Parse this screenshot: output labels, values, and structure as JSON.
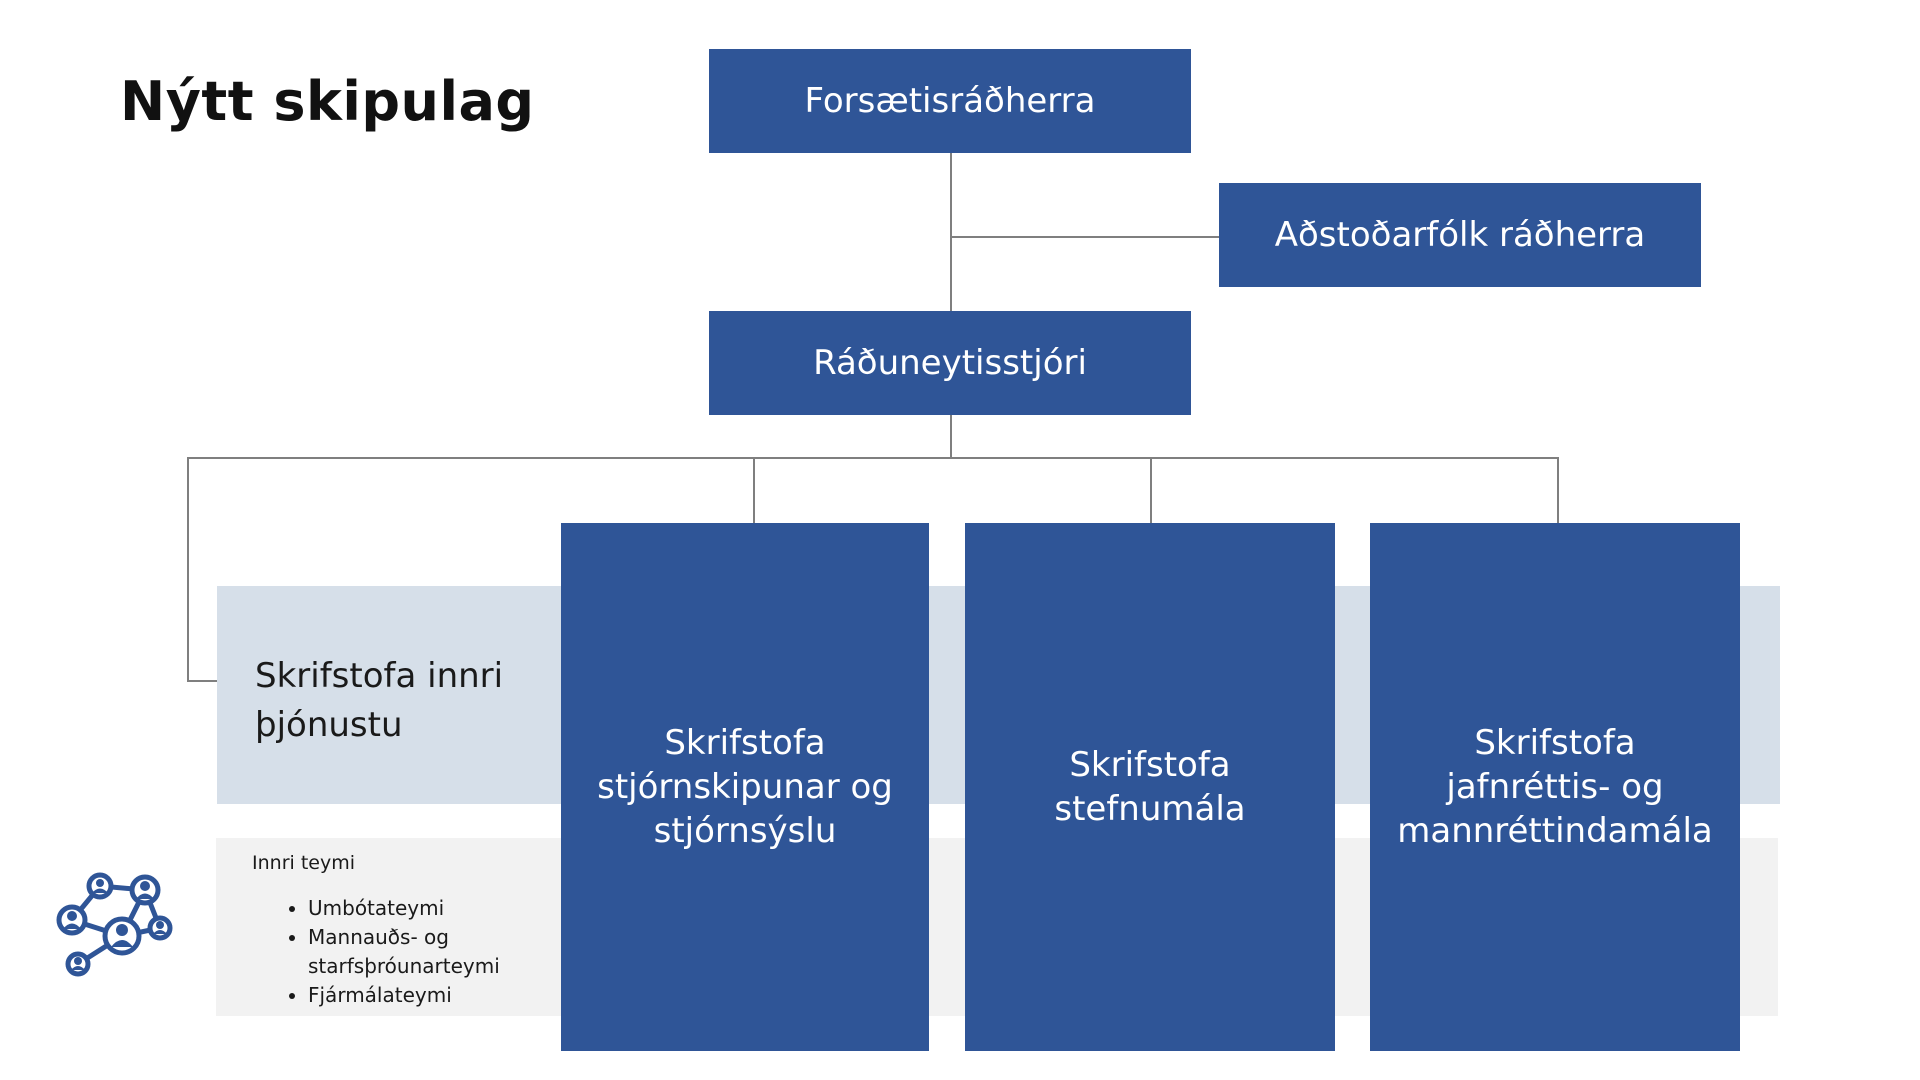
{
  "title": "Nýtt skipulag",
  "nodes": {
    "prime_minister": "Forsætisráðherra",
    "assistants": "Aðstoðarfólk ráðherra",
    "permanent_secretary": "Ráðuneytisstjóri",
    "internal_services": "Skrifstofa innri þjónustu",
    "constitutional": "Skrifstofa stjórnskipunar og stjórnsýslu",
    "policy": "Skrifstofa stefnumála",
    "equality": "Skrifstofa jafnréttis- og mannréttindamála"
  },
  "internal_teams": {
    "heading": "Innri teymi",
    "items": [
      "Umbótateymi",
      "Mannauðs- og starfsþróunarteymi",
      "Fjármálateymi"
    ]
  },
  "icon": "network-people-icon",
  "colors": {
    "box_fill": "#2f5597",
    "band_blue": "#d6dfe9",
    "band_grey": "#f2f2f2",
    "connector": "#7f7f7f"
  }
}
